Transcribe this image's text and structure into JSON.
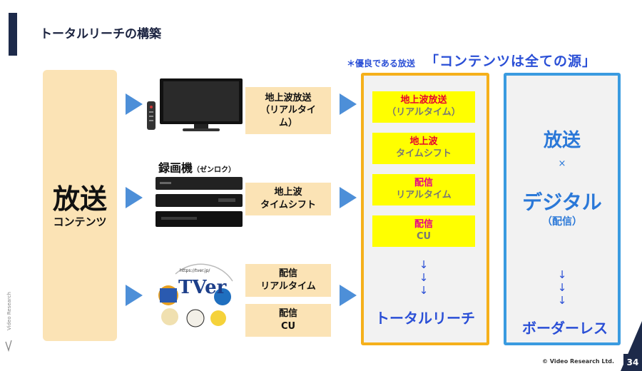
{
  "title": "トータルリーチの構築",
  "left_box": {
    "big": "放送",
    "sub": "コンテンツ"
  },
  "recorder_label": {
    "main": "録画機",
    "sub": "（ゼンロク）"
  },
  "tver": {
    "url": "https://tver.jp/",
    "logo": "TVer"
  },
  "middle_labels": [
    "地上波放送\n（リアルタイ\nム）",
    "地上波\nタイムシフト",
    "配信\nリアルタイム",
    "配信\nCU"
  ],
  "note": "＊優良である放送",
  "quote": "「コンテンツは全ての源」",
  "yellow_boxes": [
    {
      "line1": "地上波放送",
      "line2": "（リアルタイム）"
    },
    {
      "line1": "地上波",
      "line2": "タイムシフト"
    },
    {
      "line1": "配信",
      "line2": "リアルタイム"
    },
    {
      "line1": "配信",
      "line2": "CU"
    }
  ],
  "down_arrows": "↓",
  "total_reach": "トータルリーチ",
  "blue_box": {
    "line1": "放送",
    "times": "×",
    "line2": "デジタル",
    "line3": "（配信）",
    "bottom": "ボーダーレス"
  },
  "vertical_brand": "Video Research",
  "copyright": "© Video Research Ltd.",
  "page_number": "34",
  "colors": {
    "accent_blue": "#2a4fd6",
    "orange_border": "#f5b01b",
    "blue_border": "#3a9be0",
    "beige": "#fbe3b5",
    "yellow": "#ffff00",
    "navy": "#1d2a4a"
  }
}
